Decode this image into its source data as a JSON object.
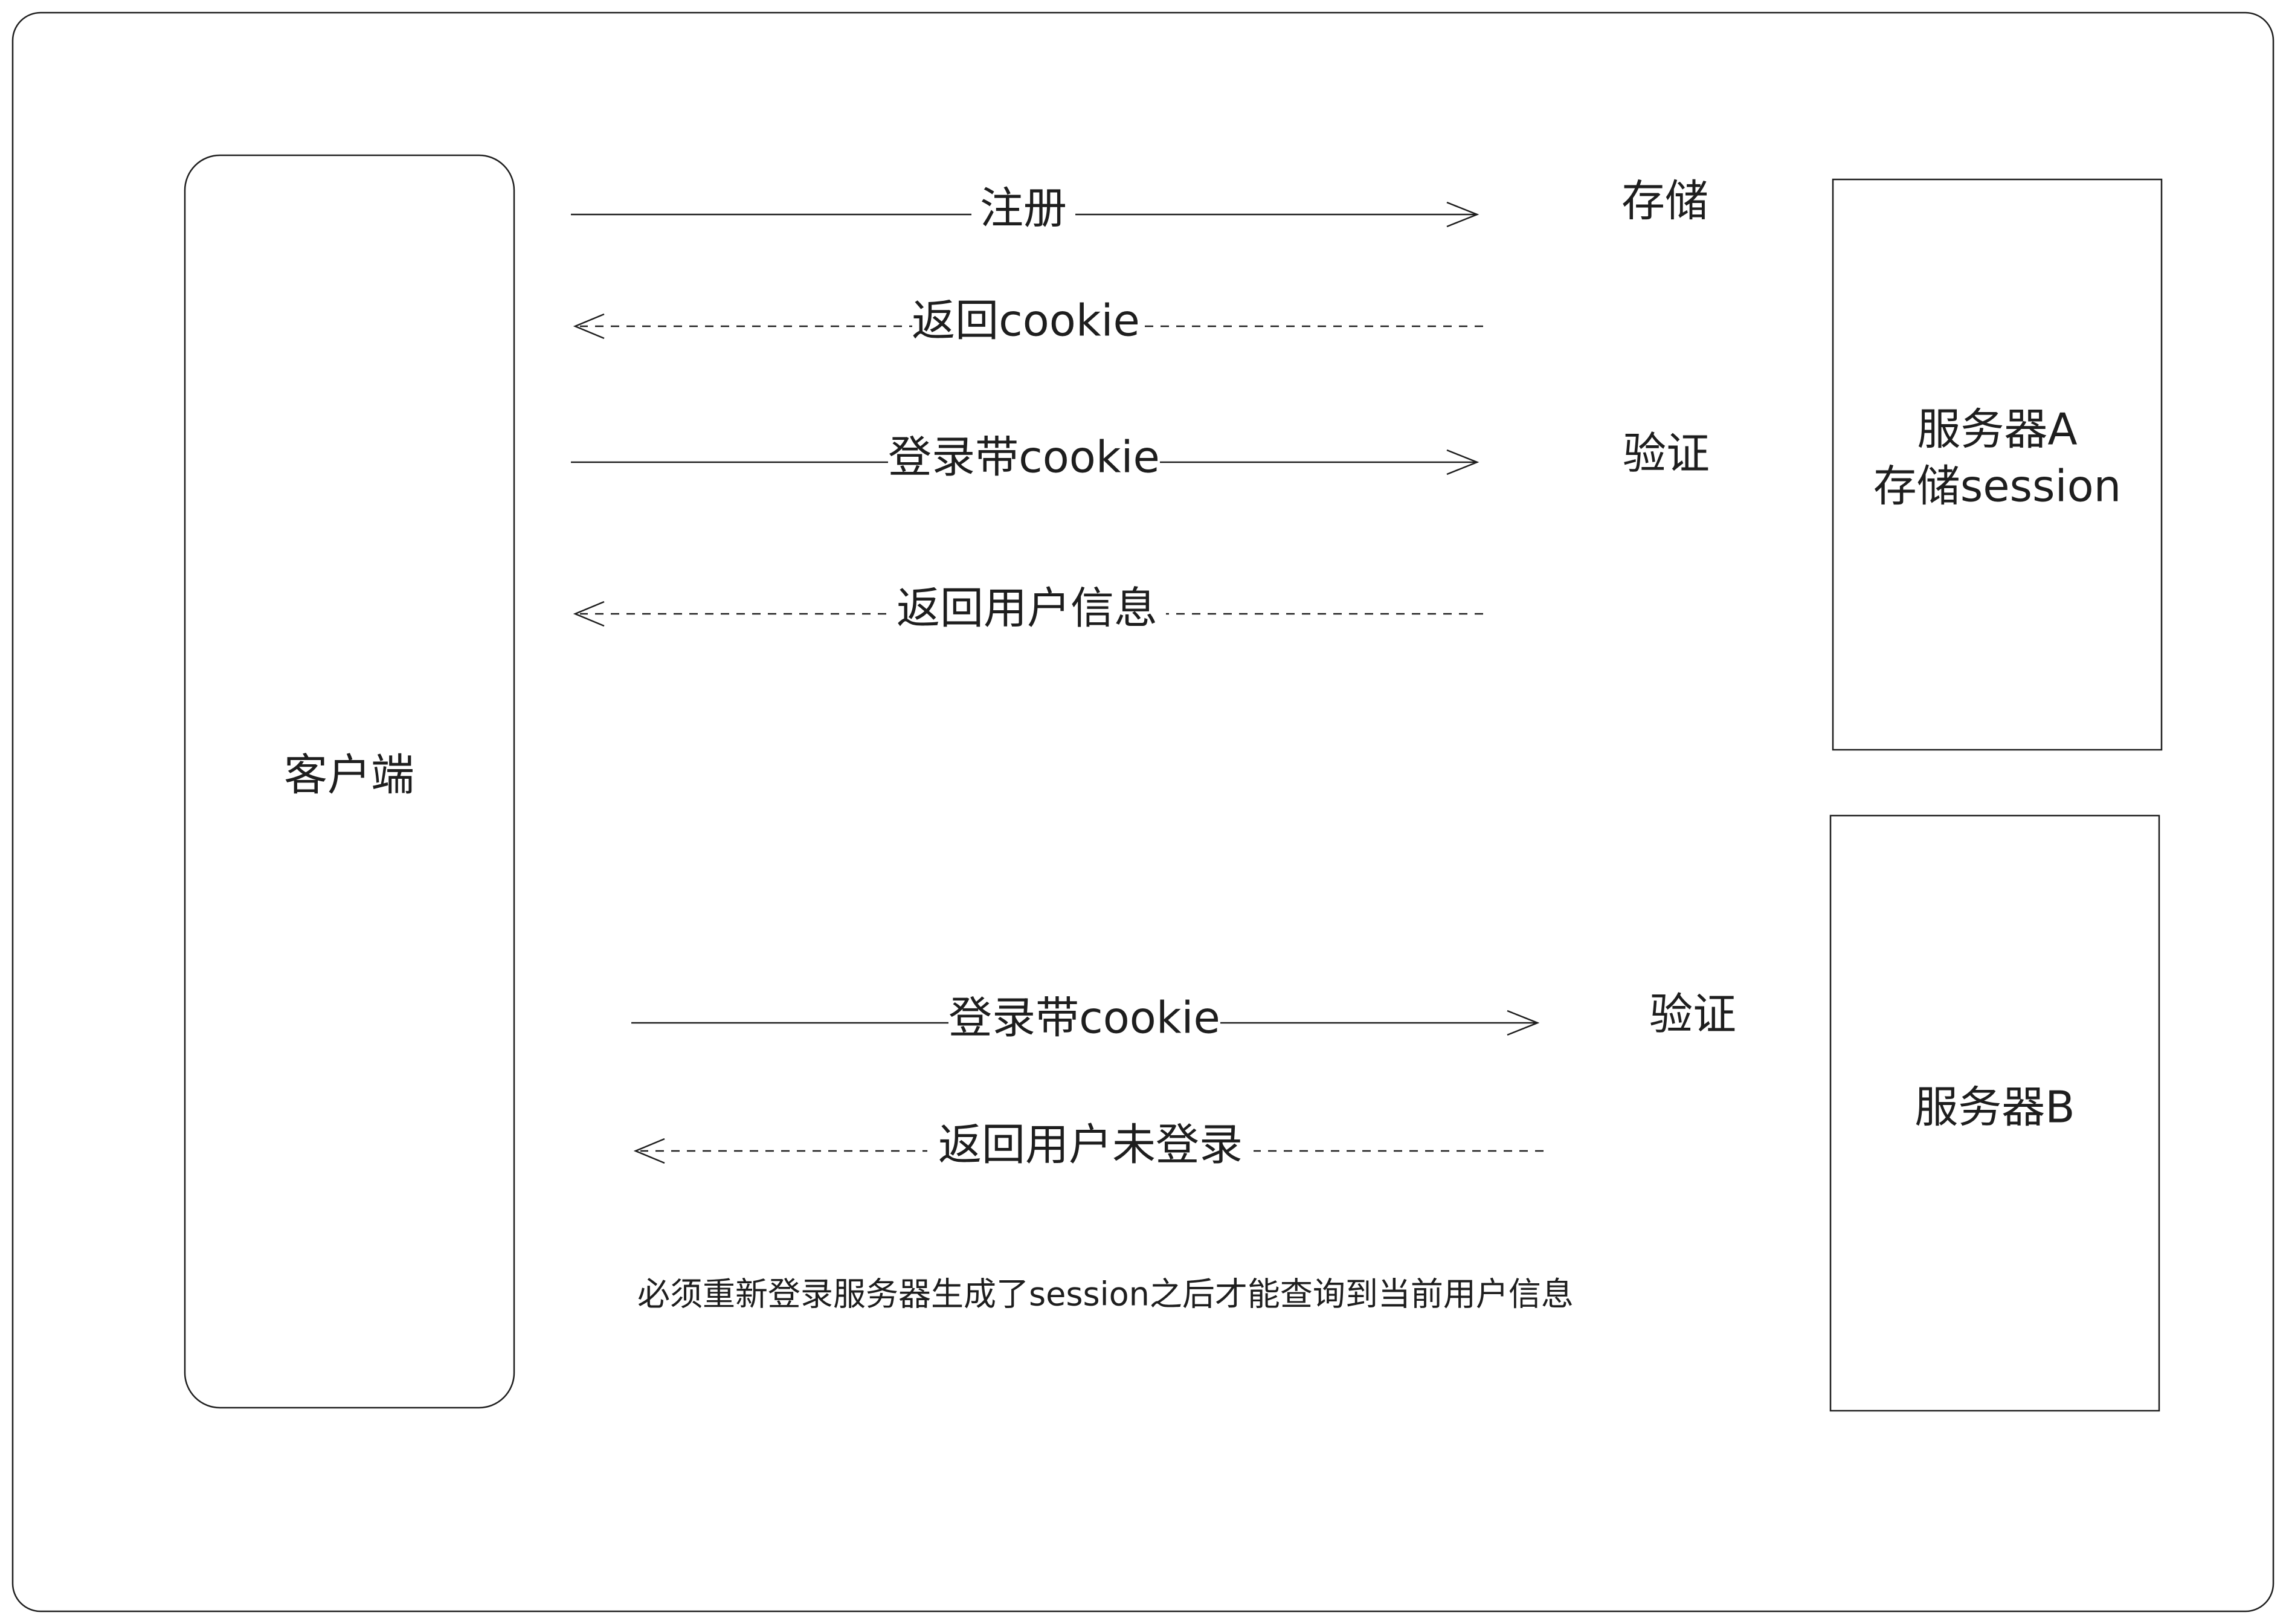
{
  "nodes": {
    "client": "客户端",
    "server_a_line1": "服务器A",
    "server_a_line2": "存储session",
    "server_b": "服务器B"
  },
  "edges": {
    "register": "注册",
    "return_cookie": "返回cookie",
    "login_cookie_a": "登录带cookie",
    "return_user_info": "返回用户信息",
    "login_cookie_b": "登录带cookie",
    "return_not_logged_in": "返回用户未登录"
  },
  "side_labels": {
    "store": "存储",
    "verify_a": "验证",
    "verify_b": "验证"
  },
  "note": "必须重新登录服务器生成了session之后才能查询到当前用户信息",
  "colors": {
    "stroke": "#1e1e1e",
    "background": "#ffffff"
  }
}
